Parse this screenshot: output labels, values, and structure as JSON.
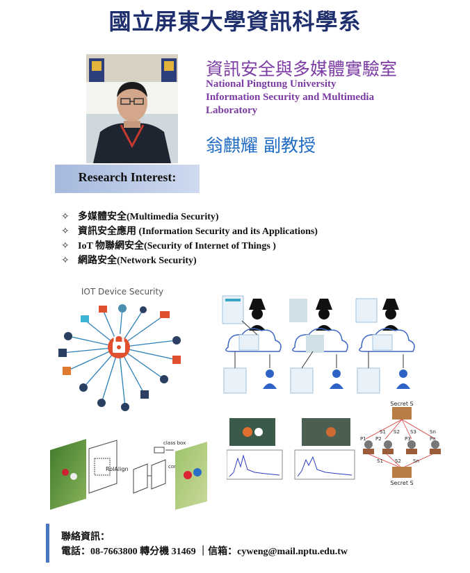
{
  "header": {
    "title": "國立屏東大學資訊科學系"
  },
  "lab": {
    "name_zh": "資訊安全與多媒體實驗室",
    "name_en_line1": "National Pingtung University",
    "name_en_line2": "Information Security and Multimedia",
    "name_en_line3": "Laboratory"
  },
  "professor": {
    "name_title": "翁麒耀 副教授"
  },
  "research": {
    "heading": "Research Interest:",
    "items": [
      {
        "bullet": "✧",
        "text": "多媒體安全(Multimedia Security)"
      },
      {
        "bullet": "✧",
        "text": "資訊安全應用 (Information Security and its Applications)"
      },
      {
        "bullet": "✧",
        "text": "IoT 物聯網安全(Security of Internet of Things )"
      },
      {
        "bullet": "✧",
        "text": "網路安全(Network Security)"
      }
    ]
  },
  "figures": {
    "iot_title": "IOT Device Security",
    "roialign_label": "RoIAlign",
    "class_box_label": "class box",
    "conv_label": "conv",
    "secret_top": "Secret S",
    "secret_bottom": "Secret S",
    "share_labels": [
      "S1",
      "S2",
      "S3",
      "Sn"
    ],
    "bottom_share_labels": [
      "S1",
      "S2",
      "Sn"
    ],
    "party_labels": [
      "P1",
      "P2",
      "P3",
      "Pn"
    ]
  },
  "contact": {
    "label": "聯絡資訊：",
    "line": "電話：08-7663800 轉分機 31469 ｜信箱：cyweng@mail.nptu.edu.tw"
  },
  "colors": {
    "title": "#1f2f6e",
    "lab_purple": "#7b3ba3",
    "prof_blue": "#1f6bc4",
    "research_box": "#a6b9dd",
    "contact_bar": "#4a78c0"
  }
}
